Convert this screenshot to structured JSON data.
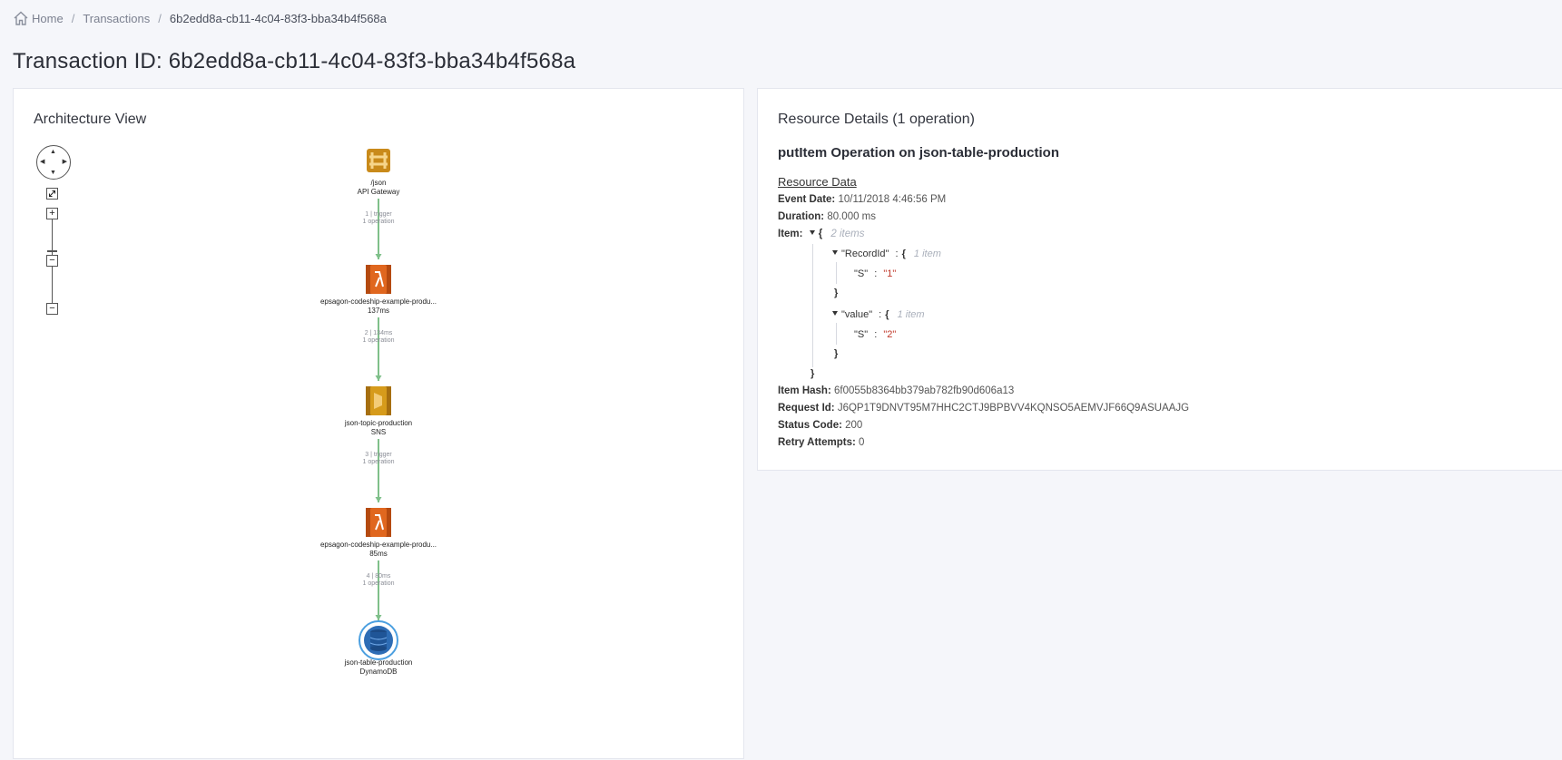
{
  "breadcrumb": {
    "home": "Home",
    "transactions": "Transactions",
    "current": "6b2edd8a-cb11-4c04-83f3-bba34b4f568a",
    "separator": "/"
  },
  "page_title": "Transaction ID: 6b2edd8a-cb11-4c04-83f3-bba34b4f568a",
  "architecture": {
    "title": "Architecture View",
    "nodes": [
      {
        "name": "/json",
        "type": "API Gateway",
        "icon": "api-gateway-icon",
        "color": "#c98a1a"
      },
      {
        "name": "epsagon-codeship-example-produ...",
        "type": "137ms",
        "icon": "lambda-icon",
        "color": "#e0671f"
      },
      {
        "name": "json-topic-production",
        "type": "SNS",
        "icon": "sns-icon",
        "color": "#d69b1b"
      },
      {
        "name": "epsagon-codeship-example-produ...",
        "type": "85ms",
        "icon": "lambda-icon",
        "color": "#e0671f"
      },
      {
        "name": "json-table-production",
        "type": "DynamoDB",
        "icon": "dynamodb-icon",
        "color": "#2d6cb5"
      }
    ],
    "edges": [
      {
        "line1": "1 | trigger",
        "line2": "1 operation"
      },
      {
        "line1": "2 | 134ms",
        "line2": "1 operation"
      },
      {
        "line1": "3 | trigger",
        "line2": "1 operation"
      },
      {
        "line1": "4 | 80ms",
        "line2": "1 operation"
      }
    ],
    "edge_color": "#7fc08a",
    "controls": {
      "zoom_in": "+",
      "zoom_out": "−",
      "zoom_out_small": "−"
    }
  },
  "resource": {
    "title": "Resource Details (1 operation)",
    "operation_title": "putItem Operation on json-table-production",
    "section_label": "Resource Data",
    "event_date_label": "Event Date:",
    "event_date": "10/11/2018 4:46:56 PM",
    "duration_label": "Duration:",
    "duration": "80.000 ms",
    "item_label": "Item:",
    "item_open": "{",
    "item_count": "2 items",
    "record_key": "\"RecordId\"",
    "record_colon": ":",
    "record_open": "{",
    "record_count": "1 item",
    "record_s_key": "\"S\"",
    "record_s_val": "\"1\"",
    "value_key": "\"value\"",
    "value_colon": ":",
    "value_open": "{",
    "value_count": "1 item",
    "value_s_key": "\"S\"",
    "value_s_val": "\"2\"",
    "close_brace": "}",
    "item_hash_label": "Item Hash:",
    "item_hash": "6f0055b8364bb379ab782fb90d606a13",
    "request_id_label": "Request Id:",
    "request_id": "J6QP1T9DNVT95M7HHC2CTJ9BPBVV4KQNSO5AEMVJF66Q9ASUAAJG",
    "status_code_label": "Status Code:",
    "status_code": "200",
    "retry_label": "Retry Attempts:",
    "retry": "0"
  }
}
